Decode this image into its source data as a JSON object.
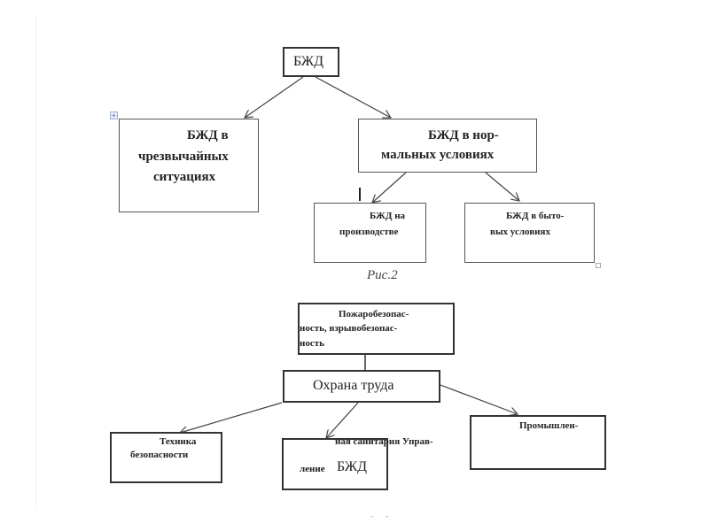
{
  "figure1": {
    "root": "БЖД",
    "emergency": [
      "БЖД в",
      "чрезвычайных",
      "ситуациях"
    ],
    "normal": [
      "БЖД в нор-",
      "мальных условиях"
    ],
    "production": [
      "БЖД на",
      "производстве"
    ],
    "household": [
      "БЖД в быто-",
      "вых условиях"
    ],
    "caption": "Рис.2"
  },
  "figure2": {
    "fire_safety": [
      "Пожаробезопас-",
      "ность, взрывобезопас-",
      "ность"
    ],
    "labor_protection": "Охрана труда",
    "safety_technique": [
      "Техника",
      "безопасности"
    ],
    "sanitation_overflow": "ная санитария  Управ-",
    "management": [
      "ление ",
      "БЖД"
    ],
    "industrial": "Промышлен-",
    "caption_partial": "- -"
  },
  "colors": {
    "line": "#444444",
    "box_border": "#555555",
    "caption": "#444444"
  }
}
